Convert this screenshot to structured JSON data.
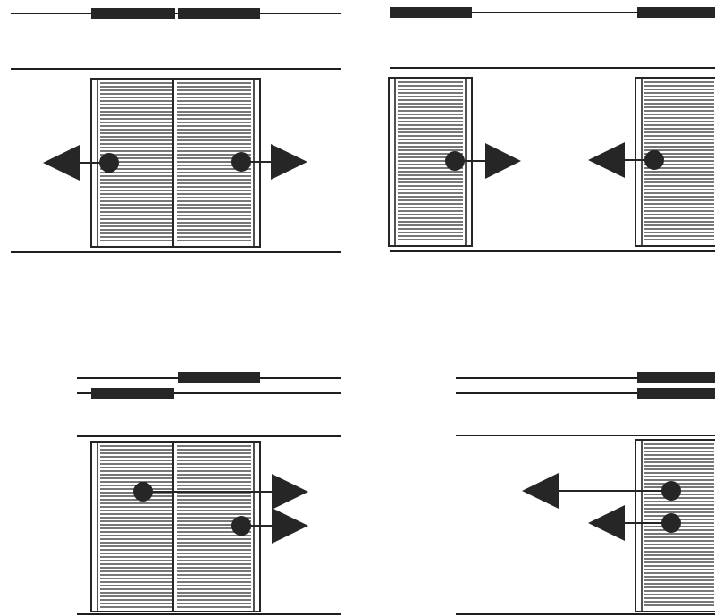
{
  "colors": {
    "background": "#ffffff",
    "ink": "#262626",
    "track_line": "#1e1e1e",
    "door_fill": "#ffffff"
  },
  "icons": {
    "arrow_head": "triangle-arrow-icon",
    "handle": "round-door-handle-icon",
    "slat": "horizontal-louver-slat"
  },
  "panels": [
    {
      "id": "bi-parting",
      "track_count": 1,
      "door_count": 2,
      "directions": [
        "left",
        "right"
      ]
    },
    {
      "id": "bi-parting-closing",
      "track_count": 1,
      "door_count": 2,
      "directions": [
        "right",
        "left"
      ]
    },
    {
      "id": "bypass-two-track",
      "track_count": 2,
      "door_count": 2,
      "directions": [
        "right",
        "right"
      ]
    },
    {
      "id": "stacking-two-track",
      "track_count": 2,
      "door_count": 2,
      "directions": [
        "left",
        "left"
      ]
    }
  ]
}
